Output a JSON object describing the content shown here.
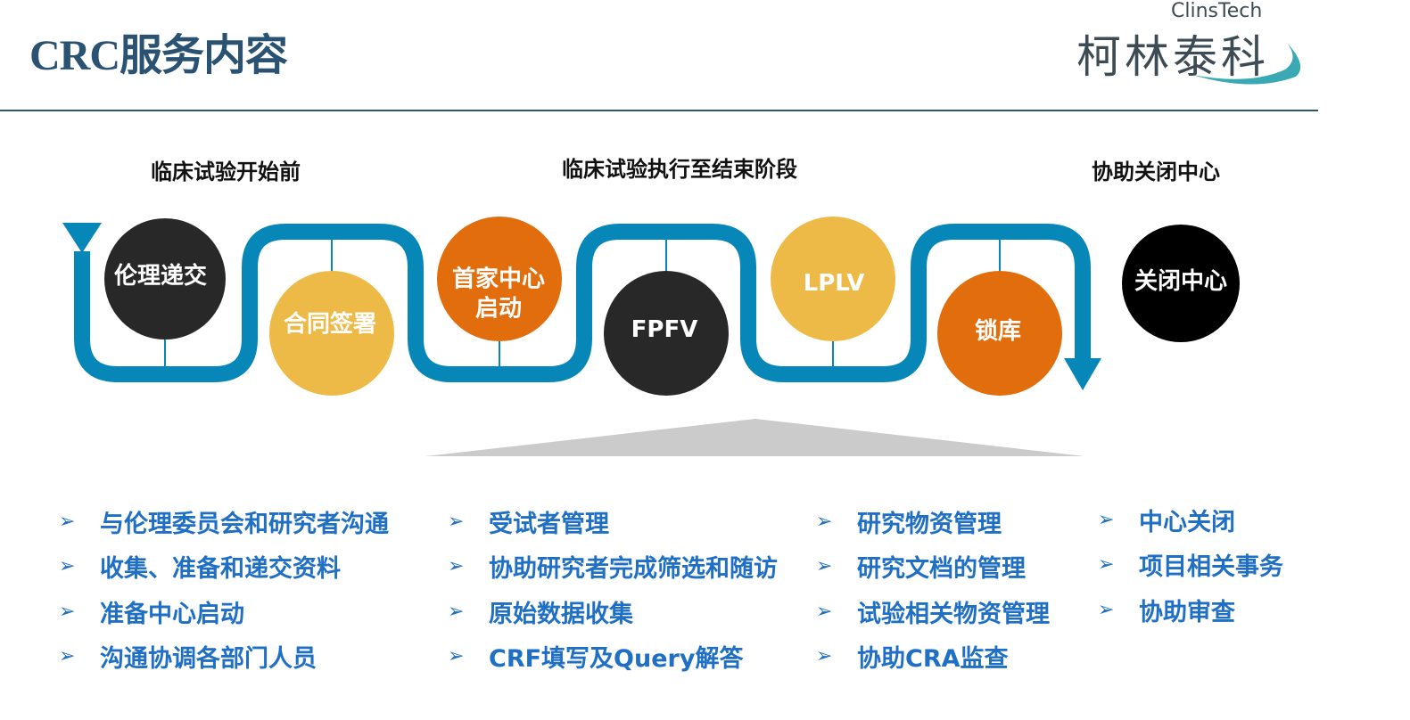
{
  "header": {
    "title_latin": "CRC",
    "title_cn": "服务内容"
  },
  "logo": {
    "en": "ClinsTech",
    "cn": "柯林泰科"
  },
  "phases": [
    {
      "label": "临床试验开始前"
    },
    {
      "label": "临床试验执行至结束阶段"
    },
    {
      "label": "协助关闭中心"
    }
  ],
  "colors": {
    "pipe": "#0787b8",
    "dark": "#282828",
    "yellow": "#eeba47",
    "orange": "#e26d0c",
    "black": "#000000",
    "bullet_text": "#1f6fc4",
    "title": "#2a5272",
    "triangle": "#cbcbcb"
  },
  "steps": [
    {
      "label": "伦理递交",
      "color": "dark"
    },
    {
      "label": "合同签署",
      "color": "yellow"
    },
    {
      "label": "首家中心\n启动",
      "line1": "首家中心",
      "line2": "启动",
      "color": "orange"
    },
    {
      "label": "FPFV",
      "color": "dark"
    },
    {
      "label": "LPLV",
      "color": "yellow"
    },
    {
      "label": "锁库",
      "color": "orange"
    },
    {
      "label": "关闭中心",
      "color": "black"
    }
  ],
  "bullet_columns": [
    {
      "items": [
        "与伦理委员会和研究者沟通",
        "收集、准备和递交资料",
        "准备中心启动",
        "沟通协调各部门人员"
      ]
    },
    {
      "items": [
        "受试者管理",
        "协助研究者完成筛选和随访",
        "原始数据收集",
        "CRF填写及Query解答"
      ]
    },
    {
      "items": [
        "研究物资管理",
        "研究文档的管理",
        "试验相关物资管理",
        "协助CRA监查"
      ]
    },
    {
      "items": [
        "中心关闭",
        "项目相关事务",
        "协助审查"
      ]
    }
  ],
  "bullet_icon": "arrowhead-bullet-icon",
  "bullet_glyph": "➢"
}
